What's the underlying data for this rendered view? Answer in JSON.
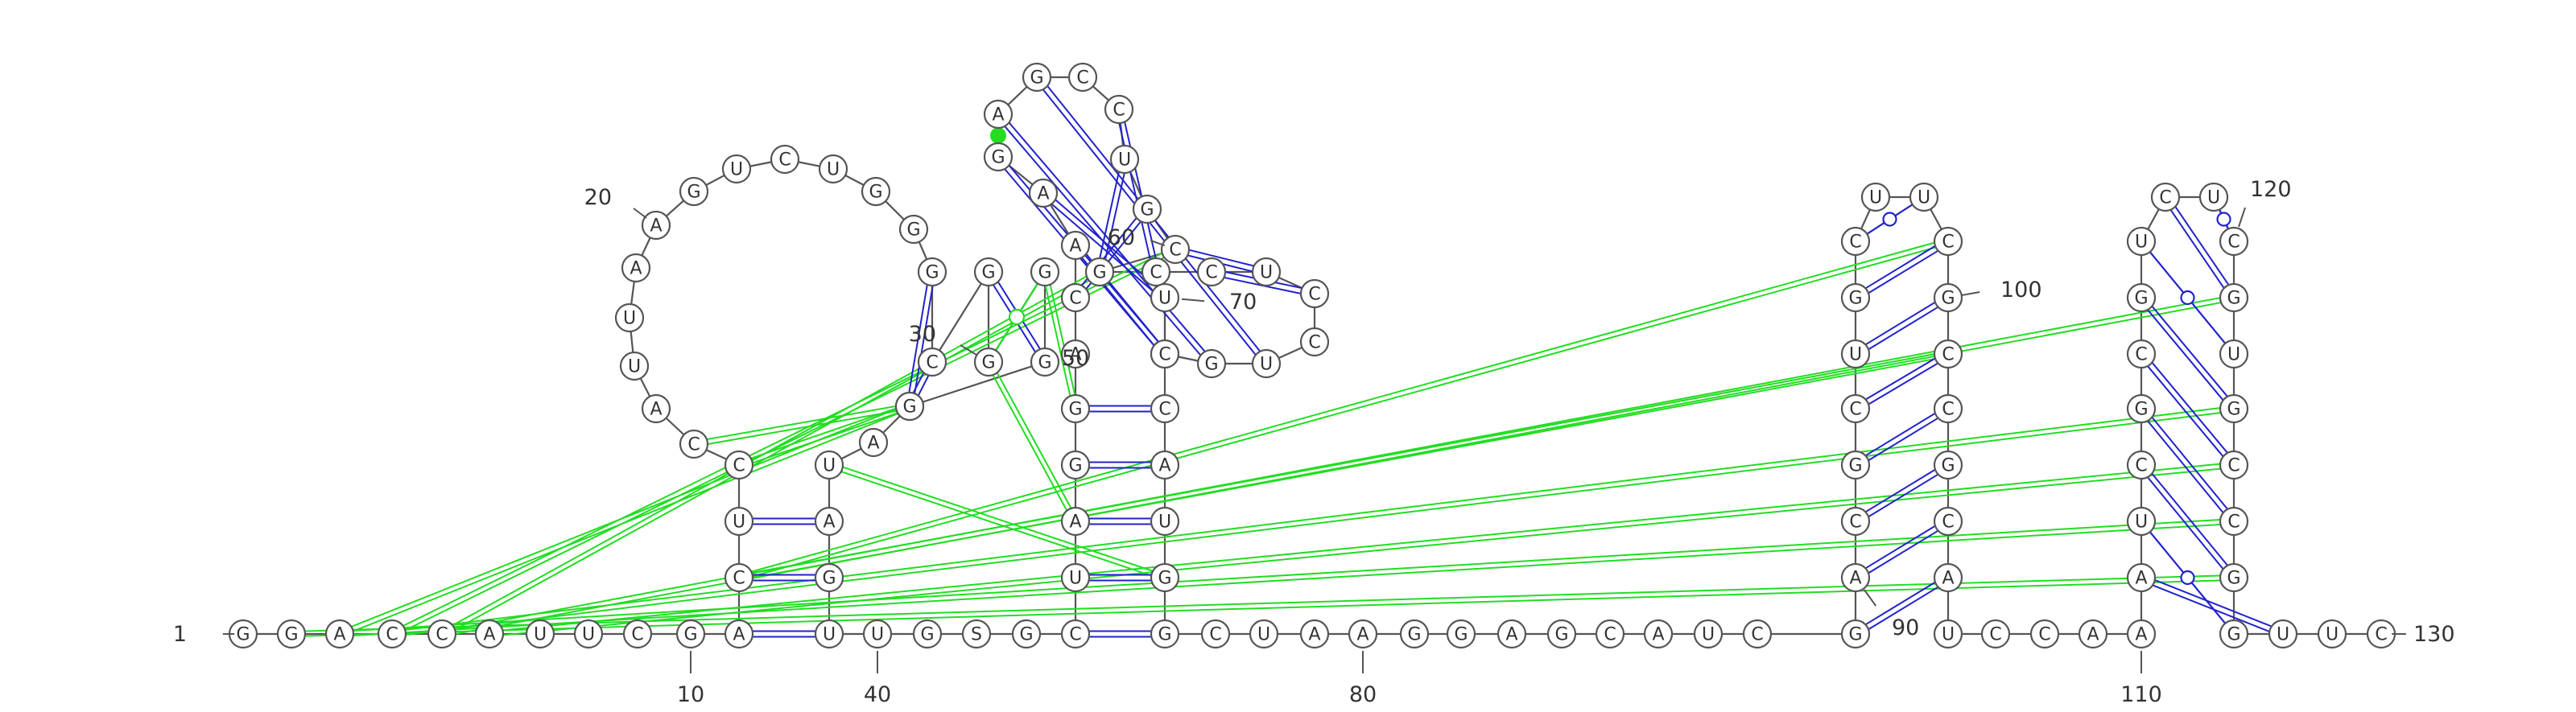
{
  "diagram": {
    "type": "rna-secondary-structure",
    "colors": {
      "background": "#ffffff",
      "nucleotide_stroke": "#555555",
      "text": "#333333",
      "canonical_pair": "#2222cc",
      "tertiary_interaction": "#22dd22"
    },
    "nucleotides": [
      {
        "id": "1",
        "base": "G"
      },
      {
        "id": "2",
        "base": "G"
      },
      {
        "id": "3",
        "base": "A"
      },
      {
        "id": "4",
        "base": "C"
      },
      {
        "id": "5",
        "base": "C"
      },
      {
        "id": "6",
        "base": "A"
      },
      {
        "id": "7",
        "base": "U"
      },
      {
        "id": "8",
        "base": "U"
      },
      {
        "id": "9",
        "base": "C"
      },
      {
        "id": "10",
        "base": "G"
      },
      {
        "id": "11",
        "base": "A"
      },
      {
        "id": "12",
        "base": "C"
      },
      {
        "id": "13",
        "base": "U"
      },
      {
        "id": "14",
        "base": "C"
      },
      {
        "id": "15",
        "base": "C"
      },
      {
        "id": "16",
        "base": "A"
      },
      {
        "id": "17",
        "base": "U"
      },
      {
        "id": "18",
        "base": "U"
      },
      {
        "id": "19",
        "base": "A"
      },
      {
        "id": "20",
        "base": "A"
      },
      {
        "id": "21",
        "base": "G"
      },
      {
        "id": "22",
        "base": "U"
      },
      {
        "id": "23",
        "base": "C"
      },
      {
        "id": "24",
        "base": "U"
      },
      {
        "id": "25",
        "base": "G"
      },
      {
        "id": "26",
        "base": "G"
      },
      {
        "id": "27",
        "base": "G"
      },
      {
        "id": "28",
        "base": "C"
      },
      {
        "id": "29",
        "base": "G"
      },
      {
        "id": "30",
        "base": "G"
      },
      {
        "id": "31",
        "base": "G"
      },
      {
        "id": "32",
        "base": "G"
      },
      {
        "id": "33",
        "base": "C"
      },
      {
        "id": "34",
        "base": "G"
      },
      {
        "id": "35",
        "base": "A"
      },
      {
        "id": "36",
        "base": "U"
      },
      {
        "id": "37",
        "base": "A"
      },
      {
        "id": "38",
        "base": "G"
      },
      {
        "id": "39",
        "base": "U"
      },
      {
        "id": "40",
        "base": "U"
      },
      {
        "id": "41",
        "base": "G"
      },
      {
        "id": "42",
        "base": "S"
      },
      {
        "id": "43",
        "base": "G"
      },
      {
        "id": "44",
        "base": "C"
      },
      {
        "id": "45",
        "base": "U"
      },
      {
        "id": "46",
        "base": "A"
      },
      {
        "id": "47",
        "base": "G"
      },
      {
        "id": "48",
        "base": "G"
      },
      {
        "id": "49",
        "base": "A"
      },
      {
        "id": "50",
        "base": "C"
      },
      {
        "id": "51",
        "base": "A"
      },
      {
        "id": "52",
        "base": "A"
      },
      {
        "id": "53",
        "base": "G"
      },
      {
        "id": "54",
        "base": "A"
      },
      {
        "id": "55",
        "base": "G"
      },
      {
        "id": "56",
        "base": "C"
      },
      {
        "id": "57",
        "base": "C"
      },
      {
        "id": "58",
        "base": "U"
      },
      {
        "id": "59",
        "base": "G"
      },
      {
        "id": "60",
        "base": "C"
      },
      {
        "id": "61",
        "base": "G"
      },
      {
        "id": "62",
        "base": "C"
      },
      {
        "id": "63",
        "base": "C"
      },
      {
        "id": "64",
        "base": "U"
      },
      {
        "id": "65",
        "base": "C"
      },
      {
        "id": "66",
        "base": "C"
      },
      {
        "id": "67",
        "base": "U"
      },
      {
        "id": "68",
        "base": "G"
      },
      {
        "id": "69",
        "base": "C"
      },
      {
        "id": "70",
        "base": "U"
      },
      {
        "id": "71",
        "base": "C"
      },
      {
        "id": "72",
        "base": "C"
      },
      {
        "id": "73",
        "base": "A"
      },
      {
        "id": "74",
        "base": "U"
      },
      {
        "id": "75",
        "base": "G"
      },
      {
        "id": "76",
        "base": "G"
      },
      {
        "id": "77",
        "base": "C"
      },
      {
        "id": "78",
        "base": "U"
      },
      {
        "id": "79",
        "base": "A"
      },
      {
        "id": "80",
        "base": "A"
      },
      {
        "id": "81",
        "base": "G"
      },
      {
        "id": "82",
        "base": "G"
      },
      {
        "id": "83",
        "base": "A"
      },
      {
        "id": "84",
        "base": "G"
      },
      {
        "id": "85",
        "base": "C"
      },
      {
        "id": "86",
        "base": "A"
      },
      {
        "id": "87",
        "base": "U"
      },
      {
        "id": "88",
        "base": "C"
      },
      {
        "id": "89",
        "base": "G"
      },
      {
        "id": "90",
        "base": "A"
      },
      {
        "id": "91",
        "base": "C"
      },
      {
        "id": "92",
        "base": "G"
      },
      {
        "id": "93",
        "base": "C"
      },
      {
        "id": "94",
        "base": "U"
      },
      {
        "id": "95",
        "base": "G"
      },
      {
        "id": "96",
        "base": "C"
      },
      {
        "id": "97",
        "base": "U"
      },
      {
        "id": "98",
        "base": "U"
      },
      {
        "id": "99",
        "base": "C"
      },
      {
        "id": "100",
        "base": "G"
      },
      {
        "id": "101",
        "base": "C"
      },
      {
        "id": "102",
        "base": "C"
      },
      {
        "id": "103",
        "base": "G"
      },
      {
        "id": "104",
        "base": "C"
      },
      {
        "id": "105",
        "base": "A"
      },
      {
        "id": "106",
        "base": "U"
      },
      {
        "id": "107",
        "base": "C"
      },
      {
        "id": "108",
        "base": "C"
      },
      {
        "id": "109",
        "base": "A"
      },
      {
        "id": "110",
        "base": "A"
      },
      {
        "id": "111",
        "base": "A"
      },
      {
        "id": "112",
        "base": "U"
      },
      {
        "id": "113",
        "base": "C"
      },
      {
        "id": "114",
        "base": "G"
      },
      {
        "id": "115",
        "base": "C"
      },
      {
        "id": "116",
        "base": "G"
      },
      {
        "id": "117",
        "base": "U"
      },
      {
        "id": "118",
        "base": "C"
      },
      {
        "id": "119",
        "base": "U"
      },
      {
        "id": "120",
        "base": "C"
      },
      {
        "id": "121",
        "base": "G"
      },
      {
        "id": "122",
        "base": "U"
      },
      {
        "id": "123",
        "base": "G"
      },
      {
        "id": "124",
        "base": "C"
      },
      {
        "id": "125",
        "base": "C"
      },
      {
        "id": "126",
        "base": "G"
      },
      {
        "id": "127",
        "base": "G"
      },
      {
        "id": "128",
        "base": "U"
      },
      {
        "id": "129",
        "base": "U"
      },
      {
        "id": "130",
        "base": "C"
      }
    ],
    "base_pairs": [
      {
        "a": "11",
        "b": "39",
        "kind": "canonical"
      },
      {
        "a": "12",
        "b": "38",
        "kind": "canonical"
      },
      {
        "a": "13",
        "b": "37",
        "kind": "canonical"
      },
      {
        "a": "27",
        "b": "34",
        "kind": "canonical"
      },
      {
        "a": "28",
        "b": "33",
        "kind": "canonical"
      },
      {
        "a": "29",
        "b": "32",
        "kind": "canonical"
      },
      {
        "a": "44",
        "b": "76",
        "kind": "canonical"
      },
      {
        "a": "45",
        "b": "75",
        "kind": "canonical"
      },
      {
        "a": "46",
        "b": "74",
        "kind": "canonical"
      },
      {
        "a": "47",
        "b": "73",
        "kind": "canonical"
      },
      {
        "a": "48",
        "b": "72",
        "kind": "canonical"
      },
      {
        "a": "51",
        "b": "71",
        "kind": "canonical"
      },
      {
        "a": "52",
        "b": "70",
        "kind": "canonical"
      },
      {
        "a": "53",
        "b": "69",
        "kind": "canonical"
      },
      {
        "a": "54",
        "b": "68",
        "kind": "canonical"
      },
      {
        "a": "55",
        "b": "67",
        "kind": "canonical"
      },
      {
        "a": "57",
        "b": "62",
        "kind": "canonical"
      },
      {
        "a": "58",
        "b": "61",
        "kind": "canonical"
      },
      {
        "a": "50",
        "b": "59",
        "kind": "canonical"
      },
      {
        "a": "64",
        "b": "60",
        "kind": "canonical"
      },
      {
        "a": "65",
        "b": "63",
        "kind": "canonical"
      },
      {
        "a": "89",
        "b": "105",
        "kind": "canonical"
      },
      {
        "a": "90",
        "b": "104",
        "kind": "canonical"
      },
      {
        "a": "91",
        "b": "103",
        "kind": "canonical"
      },
      {
        "a": "92",
        "b": "102",
        "kind": "canonical"
      },
      {
        "a": "93",
        "b": "101",
        "kind": "canonical"
      },
      {
        "a": "94",
        "b": "100",
        "kind": "canonical"
      },
      {
        "a": "95",
        "b": "99",
        "kind": "canonical"
      },
      {
        "a": "96",
        "b": "98",
        "kind": "wobble"
      },
      {
        "a": "111",
        "b": "128",
        "kind": "canonical"
      },
      {
        "a": "112",
        "b": "127",
        "kind": "wobble"
      },
      {
        "a": "113",
        "b": "126",
        "kind": "canonical"
      },
      {
        "a": "114",
        "b": "125",
        "kind": "canonical"
      },
      {
        "a": "115",
        "b": "124",
        "kind": "canonical"
      },
      {
        "a": "116",
        "b": "123",
        "kind": "canonical"
      },
      {
        "a": "117",
        "b": "122",
        "kind": "wobble"
      },
      {
        "a": "118",
        "b": "121",
        "kind": "canonical"
      },
      {
        "a": "119",
        "b": "120",
        "kind": "wobble"
      }
    ],
    "tertiary_interactions": [
      {
        "a": "3",
        "b": "125"
      },
      {
        "a": "4",
        "b": "123"
      },
      {
        "a": "5",
        "b": "121"
      },
      {
        "a": "2",
        "b": "126"
      },
      {
        "a": "6",
        "b": "124"
      },
      {
        "a": "12",
        "b": "101"
      },
      {
        "a": "12",
        "b": "99"
      },
      {
        "a": "14",
        "b": "33"
      },
      {
        "a": "15",
        "b": "34"
      },
      {
        "a": "3",
        "b": "33"
      },
      {
        "a": "4",
        "b": "60"
      },
      {
        "a": "5",
        "b": "61"
      },
      {
        "a": "30",
        "b": "46"
      },
      {
        "a": "31",
        "b": "48"
      },
      {
        "a": "36",
        "b": "75"
      }
    ],
    "special_markers": [
      {
        "a": "31",
        "b": "30",
        "kind": "green-wobble"
      },
      {
        "a": "54",
        "b": "53",
        "kind": "green-dot"
      }
    ],
    "position_labels": [
      {
        "id": "1",
        "text": "1"
      },
      {
        "id": "10",
        "text": "10"
      },
      {
        "id": "20",
        "text": "20"
      },
      {
        "id": "30",
        "text": "30"
      },
      {
        "id": "40",
        "text": "40"
      },
      {
        "id": "50",
        "text": "50"
      },
      {
        "id": "60",
        "text": "60"
      },
      {
        "id": "70",
        "text": "70"
      },
      {
        "id": "80",
        "text": "80"
      },
      {
        "id": "90",
        "text": "90"
      },
      {
        "id": "100",
        "text": "100"
      },
      {
        "id": "110",
        "text": "110"
      },
      {
        "id": "120",
        "text": "120"
      },
      {
        "id": "130",
        "text": "130"
      }
    ]
  }
}
